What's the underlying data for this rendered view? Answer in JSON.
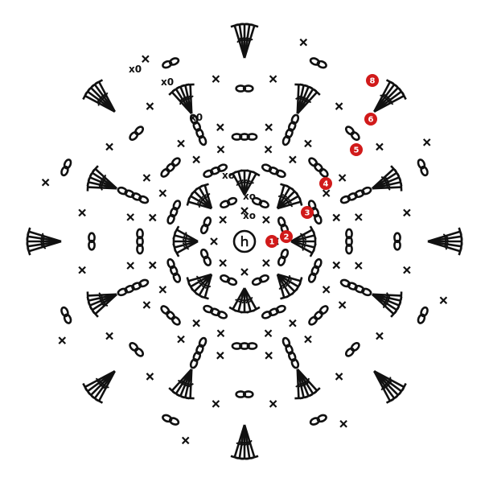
{
  "diagram": {
    "type": "crochet-chart",
    "colors": {
      "ink": "#111111",
      "round_marker": "#d11a1a",
      "background": "#ffffff"
    },
    "center_label": "ｈ",
    "sc_symbol": "x",
    "round_numbers": [
      "1",
      "2",
      "3",
      "4",
      "5",
      "6",
      "8"
    ],
    "xo_labels": [
      "x0",
      "x0",
      "x0",
      "xo",
      "xo",
      "xo"
    ]
  }
}
